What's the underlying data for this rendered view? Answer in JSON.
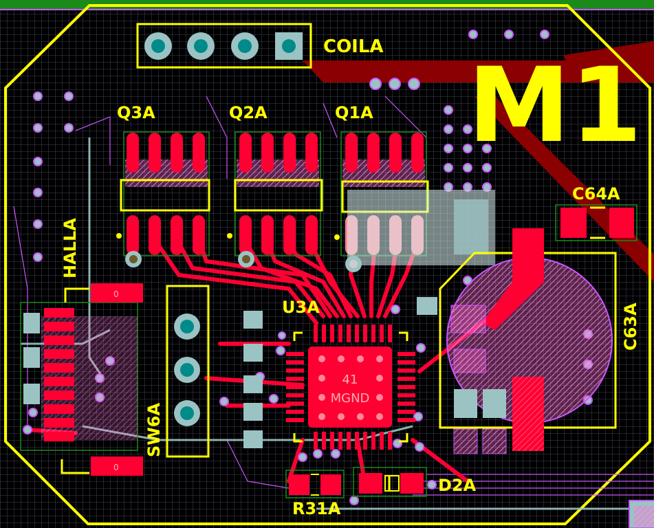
{
  "board": {
    "designators": {
      "coil": "COILA",
      "motor": "M1",
      "q3": "Q3A",
      "q2": "Q2A",
      "q1": "Q1A",
      "c64": "C64A",
      "hall": "HALLA",
      "u3": "U3A",
      "c63": "C63A",
      "sw6": "SW6A",
      "r31": "R31A",
      "d2": "D2A"
    },
    "pad_labels": {
      "hall_top": "0",
      "hall_bottom": "0",
      "u3_center_number": "41",
      "u3_center_net": "MGND"
    },
    "colors": {
      "background": "#000000",
      "grid": "#5a5a78",
      "silkscreen": "#ffff00",
      "top_copper": "#ff0033",
      "bottom_copper": "#8b0000",
      "outline": "#cc55ff",
      "keepout": "#9bc3c3",
      "green_edge": "#1a8a1a"
    }
  }
}
